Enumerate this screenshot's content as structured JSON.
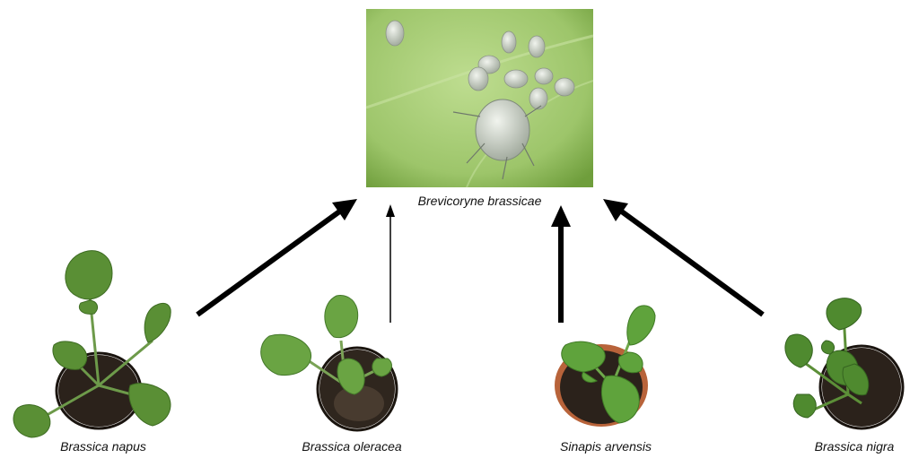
{
  "aphid": {
    "label": "Brevicoryne brassicae",
    "image": "aphid-colony-on-leaf"
  },
  "plants": [
    {
      "label": "Brassica napus",
      "image": "potted-seedling",
      "arrow_weight": "thick"
    },
    {
      "label": "Brassica oleracea",
      "image": "potted-seedling",
      "arrow_weight": "thin"
    },
    {
      "label": "Sinapis arvensis",
      "image": "potted-seedling",
      "arrow_weight": "thick"
    },
    {
      "label": "Brassica nigra",
      "image": "potted-seedling",
      "arrow_weight": "thick"
    }
  ],
  "colors": {
    "leaf_bg": "#a9cf78",
    "leaf_dark": "#7fae4a",
    "plant_green": "#4f8a2f",
    "soil": "#2b221b",
    "pot_terracotta": "#b8633a",
    "arrow": "#000000"
  }
}
